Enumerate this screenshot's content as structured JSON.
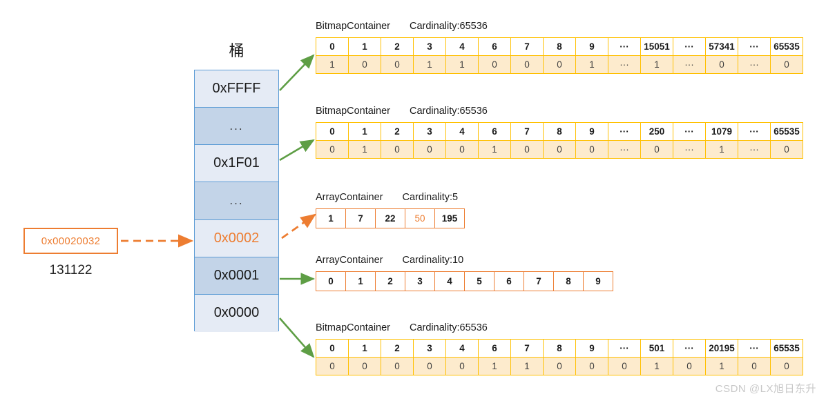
{
  "source": {
    "hex_label": "0x00020032",
    "decimal_label": "131122"
  },
  "bucket": {
    "title": "桶",
    "cells": [
      {
        "label": "0xFFFF",
        "kind": "value"
      },
      {
        "label": "...",
        "kind": "ellipsis"
      },
      {
        "label": "0x1F01",
        "kind": "value"
      },
      {
        "label": "...",
        "kind": "ellipsis"
      },
      {
        "label": "0x0002",
        "kind": "highlight"
      },
      {
        "label": "0x0001",
        "kind": "value"
      },
      {
        "label": "0x0000",
        "kind": "value"
      }
    ]
  },
  "colors": {
    "bucket_border": "#5B9BD5",
    "bucket_fill_light": "#E5EBF5",
    "bucket_fill_dark": "#C3D4E8",
    "bitmap_border": "#FFC000",
    "bitmap_fill": "#FDEBCD",
    "array_border": "#ED7D31",
    "accent_orange": "#ED7D31",
    "arrow_green": "#5E9E45",
    "watermark": "#c8c8c8"
  },
  "containers": [
    {
      "id": "bitmap-ffff",
      "type_label": "BitmapContainer",
      "cardinality_label": "Cardinality:65536",
      "style": "bitmap",
      "index_row": [
        "0",
        "1",
        "2",
        "3",
        "4",
        "6",
        "7",
        "8",
        "9",
        "···",
        "15051",
        "···",
        "57341",
        "···",
        "65535"
      ],
      "value_row": [
        "1",
        "0",
        "0",
        "1",
        "1",
        "0",
        "0",
        "0",
        "1",
        "···",
        "1",
        "···",
        "0",
        "···",
        "0"
      ]
    },
    {
      "id": "bitmap-1f01",
      "type_label": "BitmapContainer",
      "cardinality_label": "Cardinality:65536",
      "style": "bitmap",
      "index_row": [
        "0",
        "1",
        "2",
        "3",
        "4",
        "6",
        "7",
        "8",
        "9",
        "···",
        "250",
        "···",
        "1079",
        "···",
        "65535"
      ],
      "value_row": [
        "0",
        "1",
        "0",
        "0",
        "0",
        "1",
        "0",
        "0",
        "0",
        "···",
        "0",
        "···",
        "1",
        "···",
        "0"
      ]
    },
    {
      "id": "array-0002",
      "type_label": "ArrayContainer",
      "cardinality_label": "Cardinality:5",
      "style": "array",
      "index_row": [
        "1",
        "7",
        "22",
        "50",
        "195"
      ],
      "highlight_index": 3
    },
    {
      "id": "array-0001",
      "type_label": "ArrayContainer",
      "cardinality_label": "Cardinality:10",
      "style": "array",
      "index_row": [
        "0",
        "1",
        "2",
        "3",
        "4",
        "5",
        "6",
        "7",
        "8",
        "9"
      ],
      "highlight_index": -1
    },
    {
      "id": "bitmap-0000",
      "type_label": "BitmapContainer",
      "cardinality_label": "Cardinality:65536",
      "style": "bitmap",
      "index_row": [
        "0",
        "1",
        "2",
        "3",
        "4",
        "6",
        "7",
        "8",
        "9",
        "···",
        "501",
        "···",
        "20195",
        "···",
        "65535"
      ],
      "value_row": [
        "0",
        "0",
        "0",
        "0",
        "0",
        "1",
        "1",
        "0",
        "0",
        "0",
        "1",
        "0",
        "1",
        "0",
        "0"
      ]
    }
  ],
  "watermark": "CSDN @LX旭日东升"
}
